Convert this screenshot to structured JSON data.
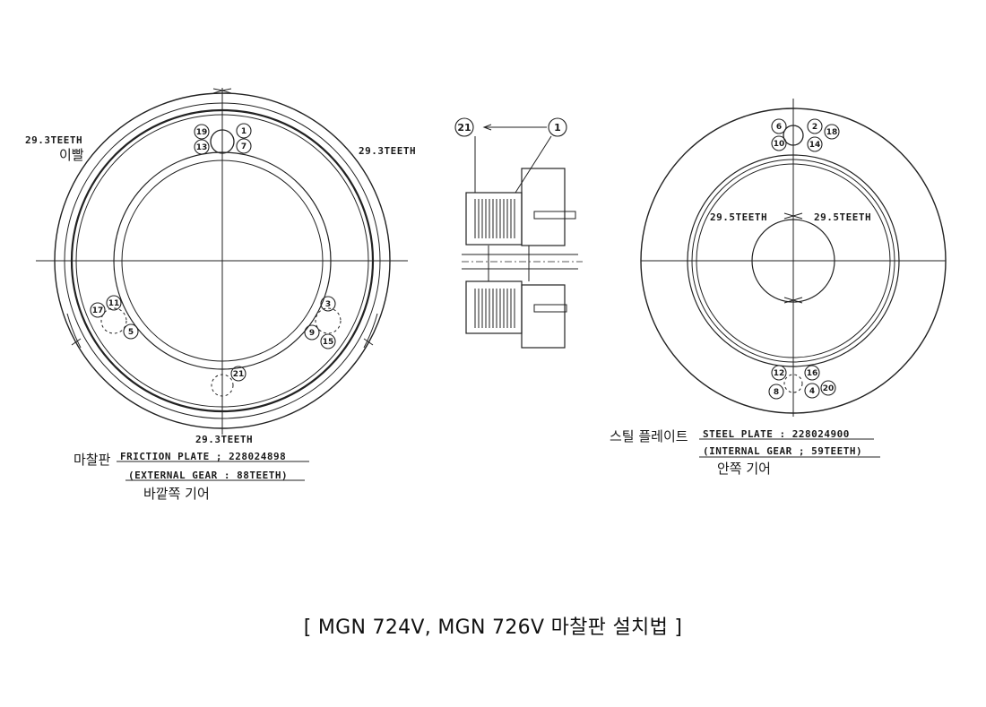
{
  "friction": {
    "top_left_teeth": "29.3TEETH",
    "top_left_kr": "이빨",
    "top_right_teeth": "29.3TEETH",
    "bottom_teeth": "29.3TEETH",
    "label_kr": "마찰판",
    "label_line1": "FRICTION PLATE ; 228024898",
    "label_line2": "(EXTERNAL GEAR : 88TEETH)",
    "sub_kr": "바깥쪽 기어",
    "marks": [
      "19",
      "1",
      "13",
      "7",
      "11",
      "17",
      "5",
      "3",
      "9",
      "15",
      "21"
    ]
  },
  "section": {
    "marks": [
      "21",
      "1"
    ]
  },
  "steel": {
    "teeth_left": "29.5TEETH",
    "teeth_right": "29.5TEETH",
    "label_kr": "스틸 플레이트",
    "label_line1": "STEEL PLATE   : 228024900",
    "label_line2": "(INTERNAL GEAR ; 59TEETH)",
    "sub_kr": "안쪽 기어",
    "marks": [
      "6",
      "2",
      "18",
      "10",
      "14",
      "12",
      "16",
      "8",
      "4",
      "20"
    ]
  },
  "caption": "[ MGN 724V, MGN 726V 마찰판 설치법 ]"
}
